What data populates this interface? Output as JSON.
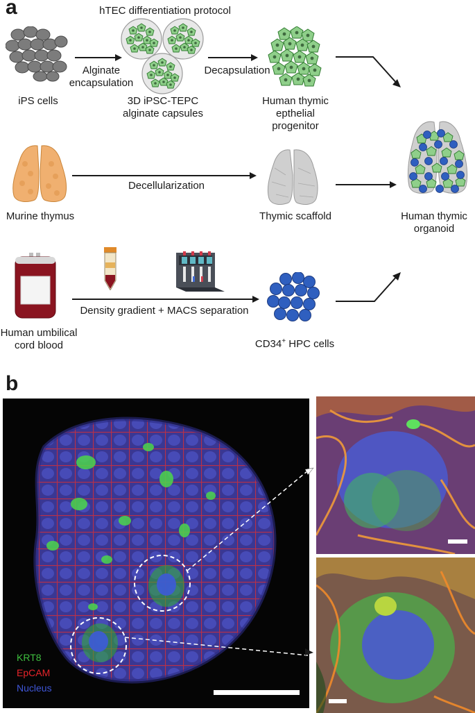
{
  "panel_a": {
    "letter": "a",
    "protocol_title": "hTEC differentiation protocol",
    "ips_label": "iPS cells",
    "encapsulation_label_1": "Alginate",
    "encapsulation_label_2": "encapsulation",
    "capsules_label_1": "3D iPSC-TEPC",
    "capsules_label_2": "alginate capsules",
    "decapsulation_label": "Decapsulation",
    "progenitor_label_1": "Human thymic",
    "progenitor_label_2": "epthelial",
    "progenitor_label_3": "progenitor",
    "murine_label": "Murine thymus",
    "decell_label": "Decellularization",
    "scaffold_label": "Thymic scaffold",
    "organoid_label_1": "Human thymic",
    "organoid_label_2": "organoid",
    "cord_label_1": "Human umbilical",
    "cord_label_2": "cord blood",
    "density_label": "Density gradient + MACS separation",
    "hpc_label_main": "CD34",
    "hpc_label_sup": "+",
    "hpc_label_rest": " HPC cells"
  },
  "panel_b": {
    "letter": "b",
    "legend": [
      {
        "label": "KRT8",
        "color": "#3fbf3f"
      },
      {
        "label": "EpCAM",
        "color": "#e8242a"
      },
      {
        "label": "Nucleus",
        "color": "#3f56d8"
      }
    ]
  },
  "colors": {
    "ips_gray": "#7a7a7a",
    "green_cell": "#8fcf8a",
    "blue_cell": "#2f5fbf",
    "orange_thymus": "#f0b070",
    "scaffold_gray": "#c8c8c8",
    "blood_red": "#8a1420"
  }
}
